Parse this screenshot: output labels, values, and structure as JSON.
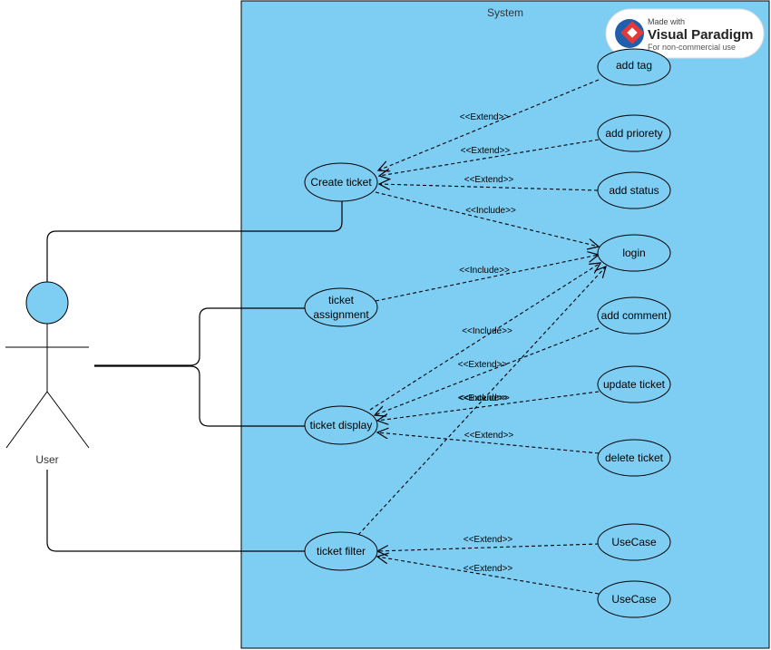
{
  "diagram": {
    "system_label": "System",
    "actor_label": "User",
    "colors": {
      "system_fill": "#7ECEF4",
      "actor_head_fill": "#7ECEF4",
      "line": "#000000",
      "usecase_fill": "#7ECEF4"
    },
    "use_cases": {
      "create_ticket": "Create ticket",
      "ticket_assignment_line1": "ticket",
      "ticket_assignment_line2": "assignment",
      "ticket_display": "ticket display",
      "ticket_filter": "ticket filter",
      "add_tag": "add tag",
      "add_priorety": "add priorety",
      "add_status": "add status",
      "login": "login",
      "add_comment": "add comment",
      "update_ticket": "update ticket",
      "delete_ticket": "delete ticket",
      "usecase_1": "UseCase",
      "usecase_2": "UseCase"
    },
    "relations": {
      "r1": "<<Extend>>",
      "r2": "<<Extend>>",
      "r3": "<<Extend>>",
      "r4": "<<Include>>",
      "r5": "<<Include>>",
      "r6": "<<Include>>",
      "r7": "<<Extend>>",
      "r8": "<<Extend>>",
      "r9": "<<Include>>",
      "r10": "<<Extend>>",
      "r11": "<<Extend>>",
      "r12": "<<Extend>>"
    },
    "watermark": {
      "made_with": "Made with",
      "brand": "Visual Paradigm",
      "sub": "For non-commercial use"
    }
  }
}
